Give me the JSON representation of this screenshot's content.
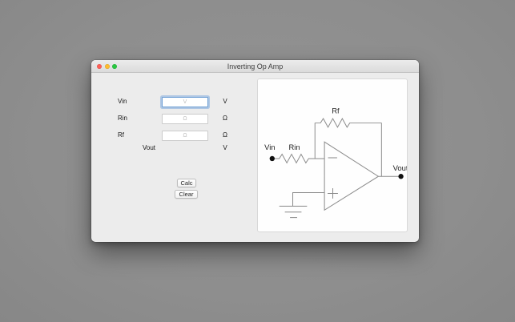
{
  "window": {
    "title": "Inverting Op Amp"
  },
  "form": {
    "rows": [
      {
        "label": "Vin",
        "placeholder": "V",
        "unit": "V",
        "value": ""
      },
      {
        "label": "Rin",
        "placeholder": "Ω",
        "unit": "Ω",
        "value": ""
      },
      {
        "label": "Rf",
        "placeholder": "Ω",
        "unit": "Ω",
        "value": ""
      },
      {
        "label": "Vout",
        "value": "",
        "unit": "V"
      }
    ],
    "calc_label": "Calc",
    "clear_label": "Clear"
  },
  "circuit": {
    "rf_label": "Rf",
    "rin_label": "Rin",
    "vin_label": "Vin",
    "vout_label": "Vout",
    "inverting_sign": "−",
    "noninverting_sign": "+"
  },
  "colors": {
    "desktop": "#8f8f8f",
    "window_background": "#ececec",
    "traffic_red": "#ff5f57",
    "traffic_yellow": "#febc2e",
    "traffic_green": "#28c840",
    "focus_ring": "#7daade"
  }
}
